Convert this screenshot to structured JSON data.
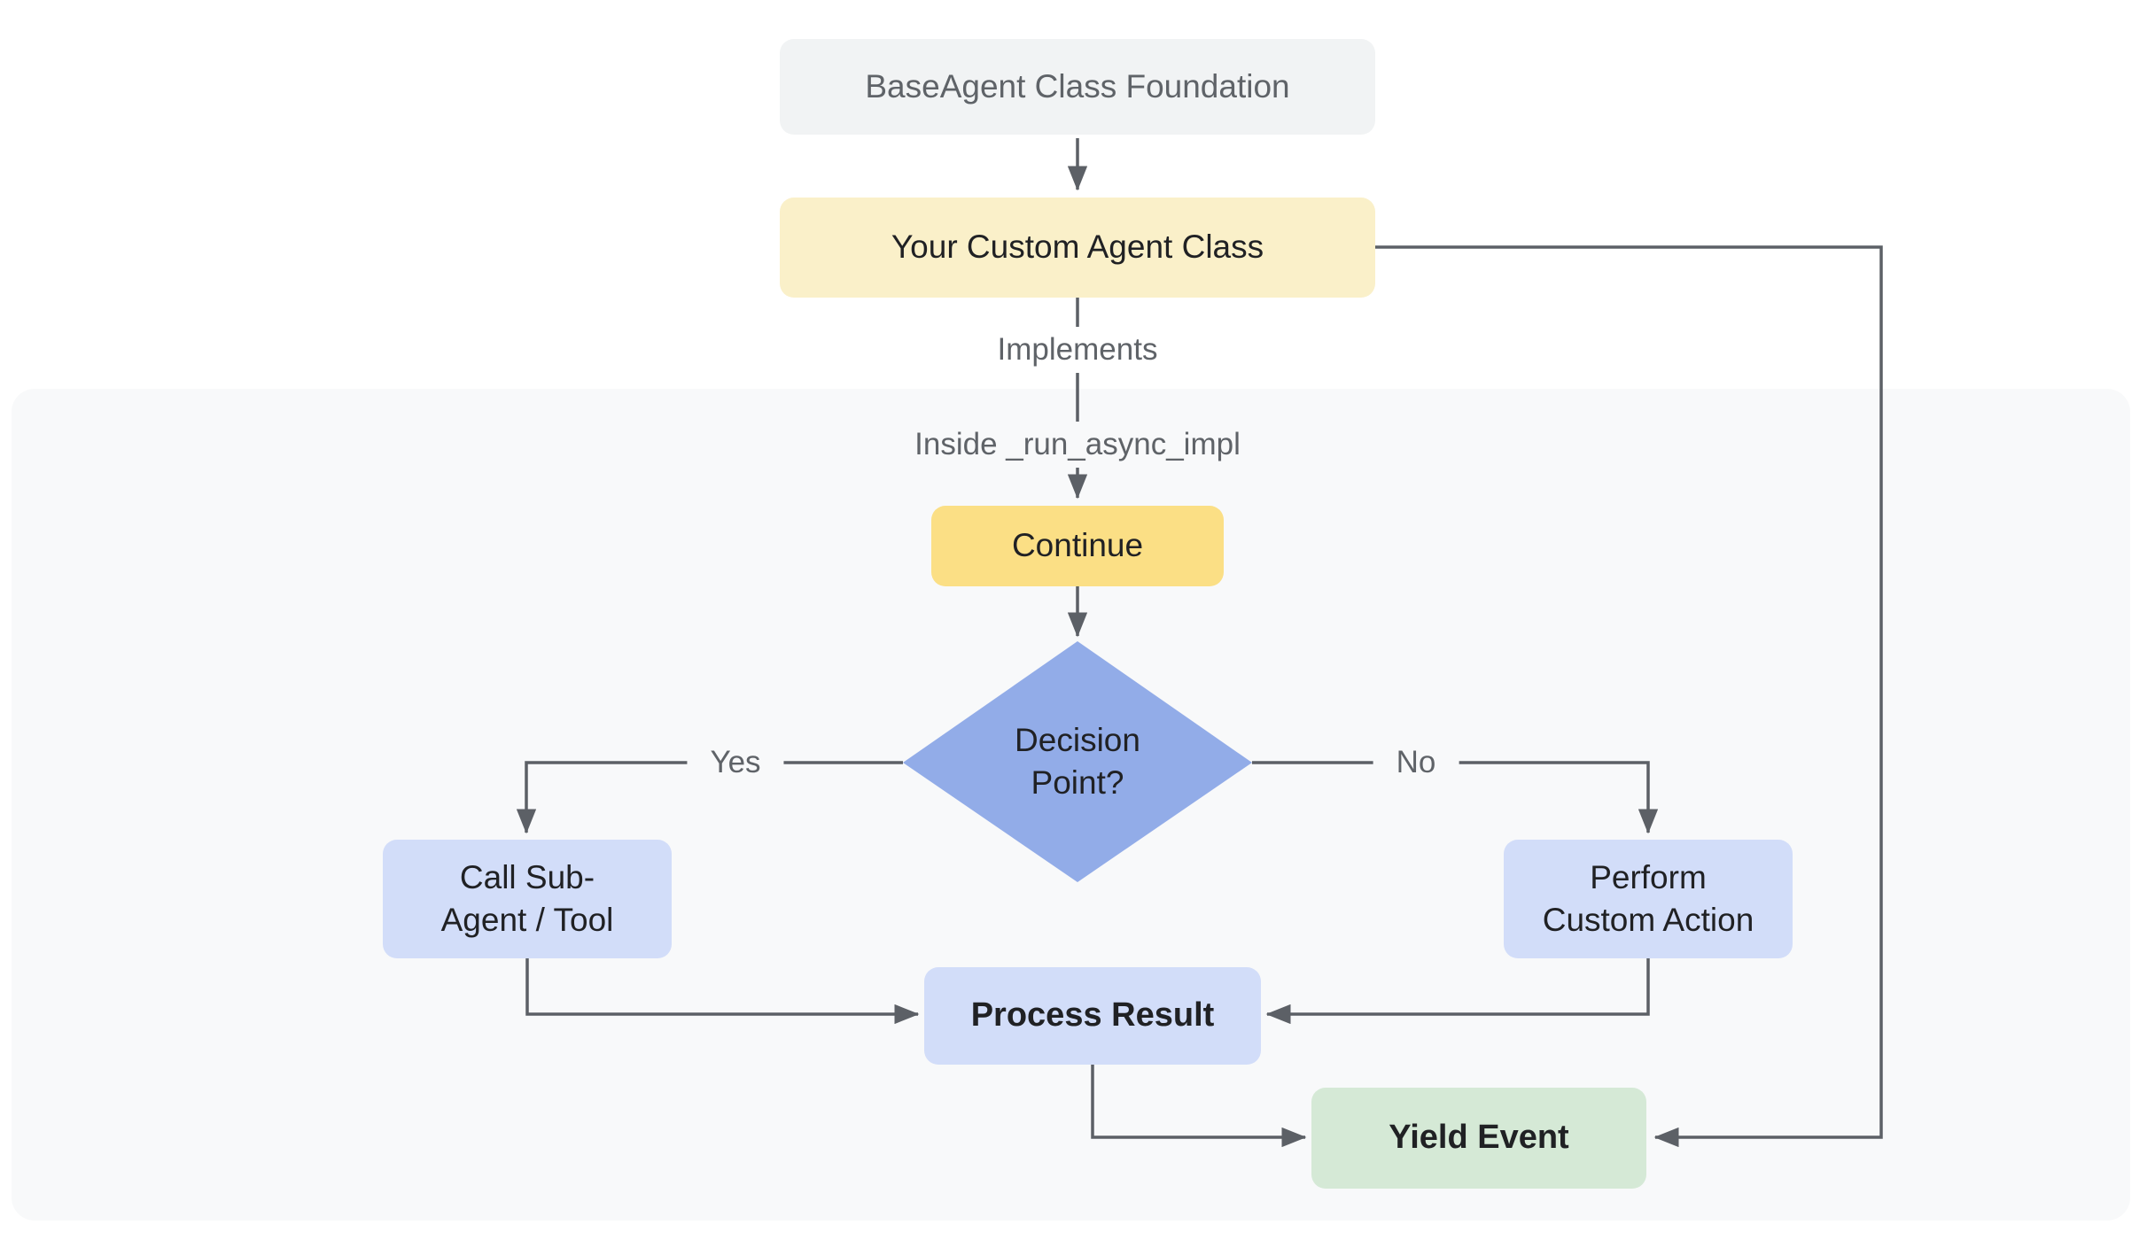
{
  "diagram": {
    "nodes": {
      "base": {
        "label": "BaseAgent Class Foundation"
      },
      "custom_agent": {
        "label": "Your Custom Agent Class"
      },
      "continue": {
        "label": "Continue"
      },
      "decision": {
        "line1": "Decision",
        "line2": "Point?"
      },
      "call_subagent": {
        "line1": "Call Sub-",
        "line2": "Agent / Tool"
      },
      "perform_action": {
        "line1": "Perform",
        "line2": "Custom Action"
      },
      "process_result": {
        "label": "Process Result"
      },
      "yield_event": {
        "label": "Yield Event"
      }
    },
    "edge_labels": {
      "implements": "Implements",
      "yes": "Yes",
      "no": "No"
    },
    "subgraph_title": "Inside _run_async_impl",
    "colors": {
      "background": "#ffffff",
      "panel_bg": "#f8f9fa",
      "node_gray": "#f1f3f4",
      "node_pale_yellow": "#faf0c9",
      "node_yellow": "#fbdf85",
      "diamond_blue": "#92ace8",
      "node_blue": "#d2ddf9",
      "node_green": "#d5e9d6",
      "line_gray": "#5c6066",
      "edge_label_text": "#5f6368",
      "node_text": "#202124"
    }
  }
}
